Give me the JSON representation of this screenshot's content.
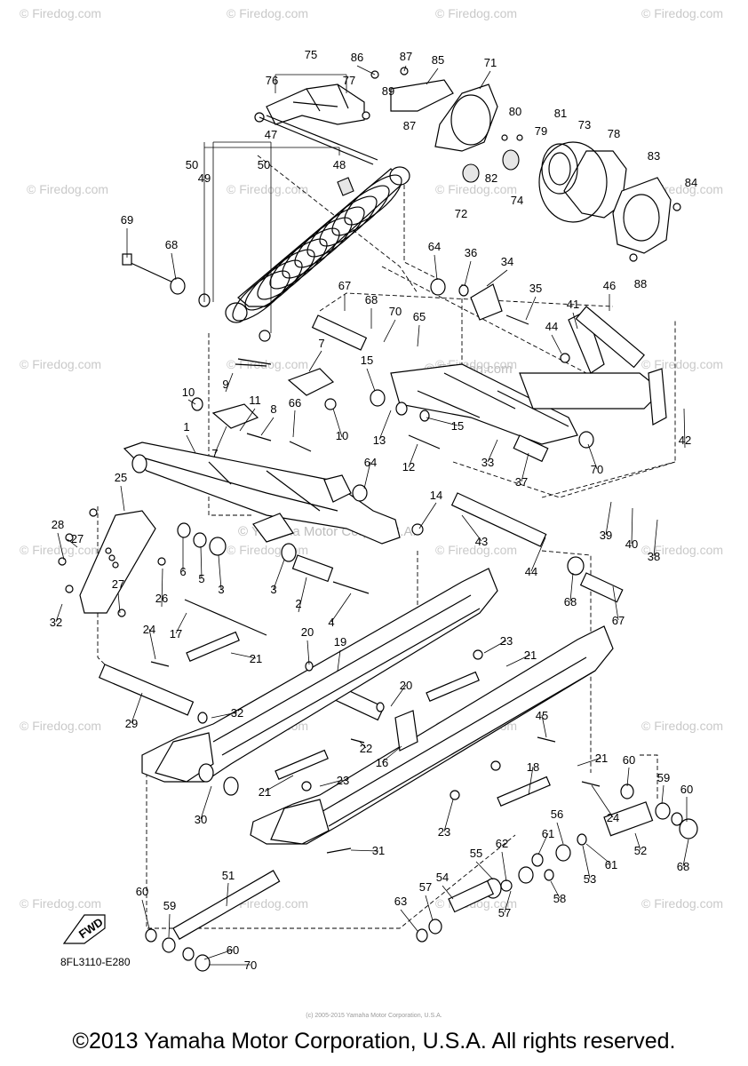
{
  "watermark": "© Firedog.com",
  "center_watermark": "© Yamaha Motor Corp. U.S.A.",
  "body_watermark": "© Firedog.com",
  "diagram_code": "8FL3110-E280",
  "fwd_label": "FWD",
  "tiny_copyright": "(c) 2005-2015 Yamaha Motor Corporation, U.S.A.",
  "copyright": "©2013 Yamaha Motor Corporation, U.S.A. All rights reserved.",
  "callouts": [
    "75",
    "86",
    "87",
    "85",
    "71",
    "76",
    "77",
    "89",
    "80",
    "79",
    "81",
    "73",
    "78",
    "87",
    "82",
    "74",
    "72",
    "47",
    "50",
    "49",
    "50",
    "48",
    "83",
    "84",
    "88",
    "69",
    "68",
    "64",
    "36",
    "34",
    "35",
    "46",
    "67",
    "68",
    "70",
    "65",
    "41",
    "44",
    "15",
    "10",
    "9",
    "11",
    "7",
    "66",
    "8",
    "10",
    "42",
    "13",
    "15",
    "7",
    "1",
    "12",
    "33",
    "37",
    "70",
    "64",
    "25",
    "14",
    "28",
    "27",
    "43",
    "39",
    "40",
    "38",
    "6",
    "5",
    "3",
    "3",
    "44",
    "27",
    "26",
    "2",
    "4",
    "68",
    "67",
    "32",
    "24",
    "17",
    "20",
    "19",
    "23",
    "21",
    "21",
    "29",
    "20",
    "32",
    "22",
    "16",
    "45",
    "21",
    "18",
    "60",
    "59",
    "60",
    "30",
    "21",
    "23",
    "24",
    "23",
    "31",
    "56",
    "61",
    "52",
    "68",
    "62",
    "61",
    "55",
    "58",
    "53",
    "51",
    "54",
    "57",
    "60",
    "59",
    "63",
    "57",
    "60",
    "70"
  ]
}
